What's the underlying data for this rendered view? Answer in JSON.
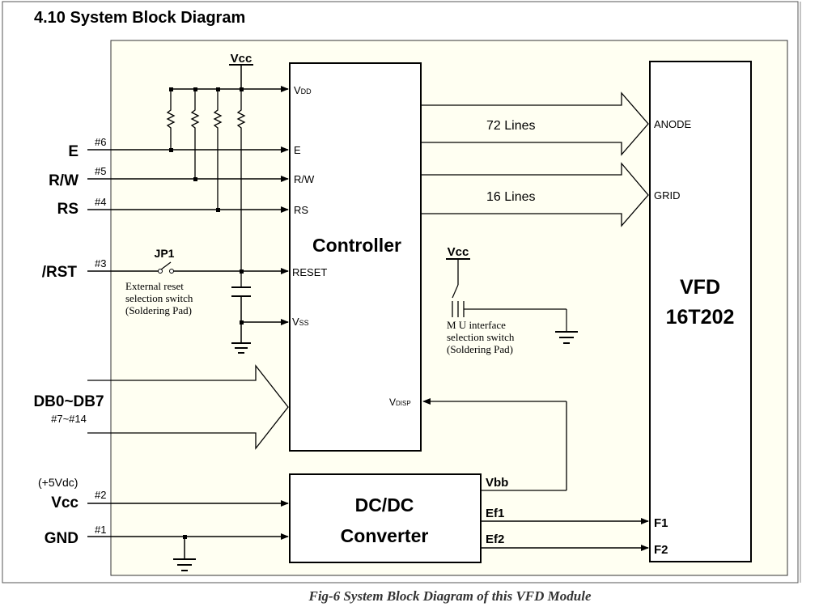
{
  "heading": "4.10  System  Block  Diagram",
  "caption": "Fig-6 System  Block  Diagram  of  this  VFD  Module",
  "colors": {
    "panel": "#fffff2",
    "line": "#000000",
    "frame": "#444444"
  },
  "blocks": {
    "controller": "Controller",
    "dcdc_line1": "DC/DC",
    "dcdc_line2": "Converter",
    "vfd_line1": "VFD",
    "vfd_line2": "16T202"
  },
  "controller_pins": {
    "vdd": "V",
    "vdd_sub": "DD",
    "e": "E",
    "rw": "R/W",
    "rs": "RS",
    "reset": "RESET",
    "vss": "V",
    "vss_sub": "SS",
    "vdisp": "V",
    "vdisp_sub": "DISP"
  },
  "vfd_pins": {
    "anode": "ANODE",
    "grid": "GRID",
    "f1": "F1",
    "f2": "F2"
  },
  "buses": {
    "anode_lines": "72  Lines",
    "grid_lines": "16  Lines"
  },
  "dcdc_outputs": {
    "vbb": "Vbb",
    "ef1": "Ef1",
    "ef2": "Ef2"
  },
  "vcc_labels": {
    "top": "Vcc",
    "iface": "Vcc"
  },
  "signals": [
    {
      "name": "E",
      "pin": "#6"
    },
    {
      "name": "R/W",
      "pin": "#5"
    },
    {
      "name": "RS",
      "pin": "#4"
    },
    {
      "name": "/RST",
      "pin": "#3"
    },
    {
      "name": "DB0~DB7",
      "pin": "#7~#14"
    },
    {
      "name": "Vcc",
      "pin": "#2"
    },
    {
      "name": "GND",
      "pin": "#1"
    }
  ],
  "supply_note": "(+5Vdc)",
  "jumper": {
    "label": "JP1",
    "note": [
      "External reset",
      "selection  switch",
      "(Soldering  Pad)"
    ]
  },
  "interface_switch": {
    "note": [
      "M  U  interface",
      "selection  switch",
      "(Soldering  Pad)"
    ]
  }
}
